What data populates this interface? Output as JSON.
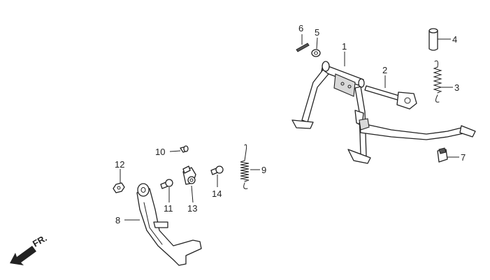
{
  "diagram": {
    "callouts": [
      "1",
      "2",
      "3",
      "4",
      "5",
      "6",
      "7",
      "8",
      "9",
      "10",
      "11",
      "12",
      "13",
      "14"
    ],
    "direction_label": "FR."
  }
}
